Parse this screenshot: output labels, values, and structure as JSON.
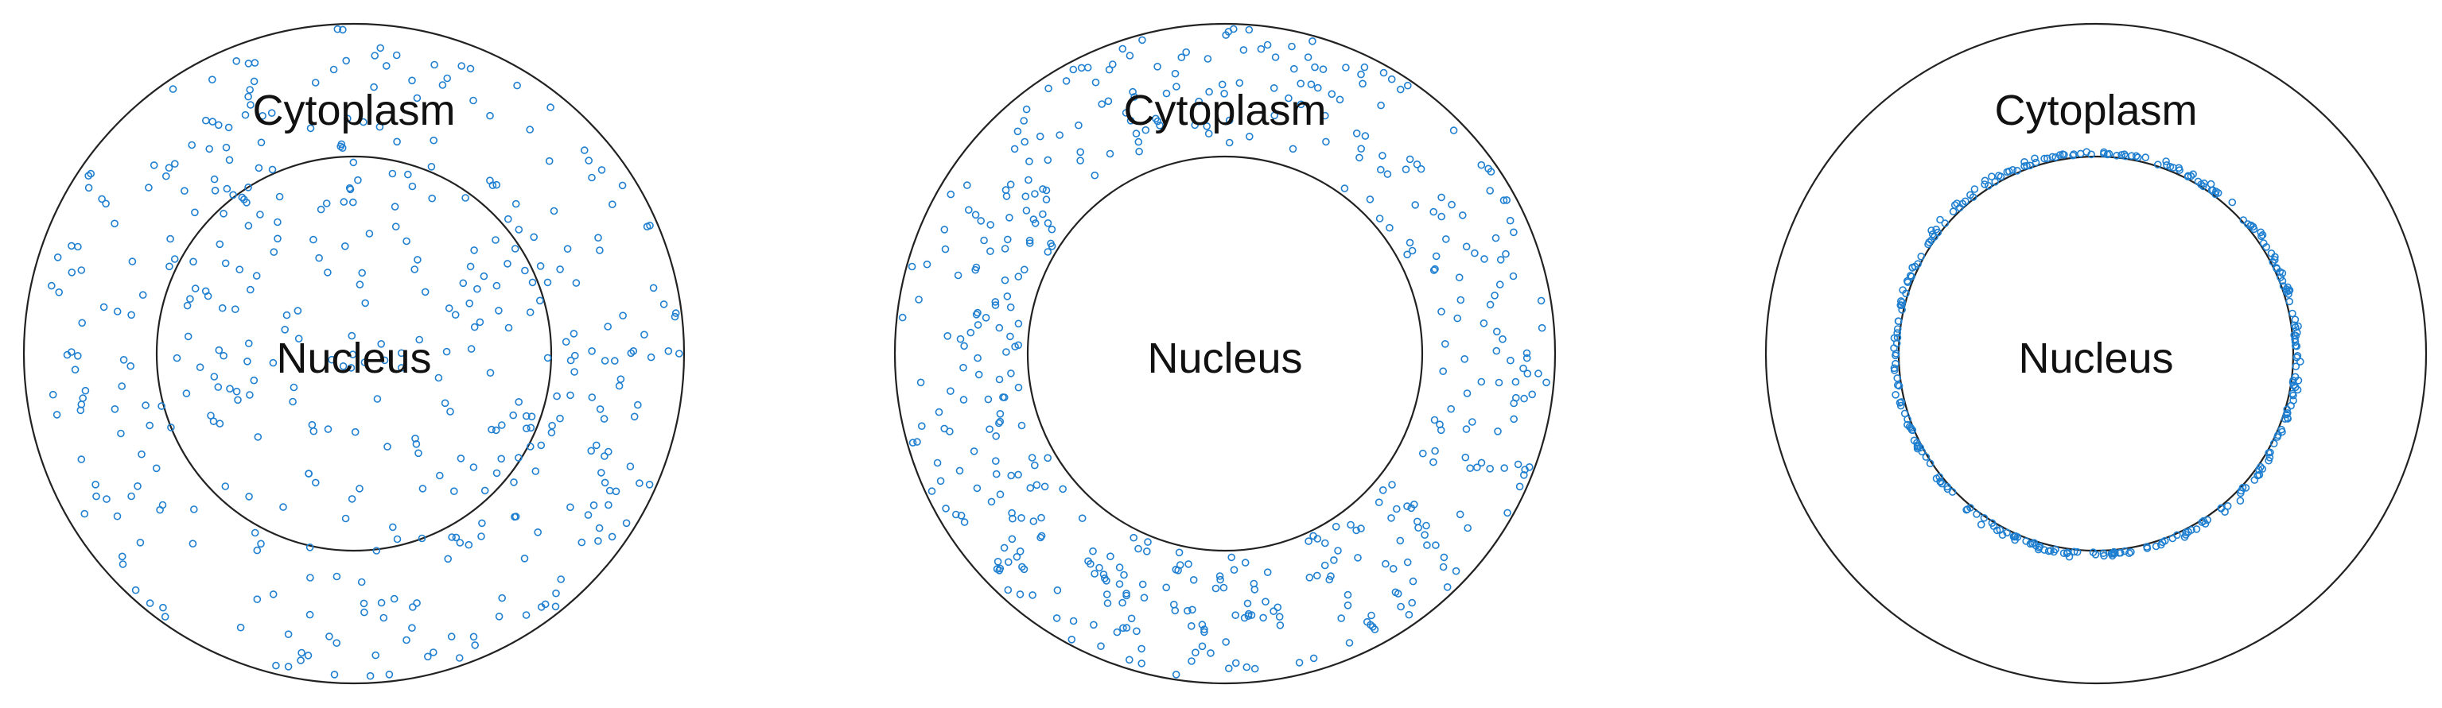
{
  "panels": [
    {
      "outer_label": "Cytoplasm",
      "inner_label": "Nucleus",
      "distribution": "whole-cell",
      "point_count": 420
    },
    {
      "outer_label": "Cytoplasm",
      "inner_label": "Nucleus",
      "distribution": "cytoplasm-only",
      "point_count": 460
    },
    {
      "outer_label": "Cytoplasm",
      "inner_label": "Nucleus",
      "distribution": "nuclear-membrane",
      "point_count": 300
    }
  ],
  "colors": {
    "circle_stroke": "#222222",
    "point_stroke": "#1f7fd0",
    "label": "#111111",
    "background": "#ffffff"
  }
}
